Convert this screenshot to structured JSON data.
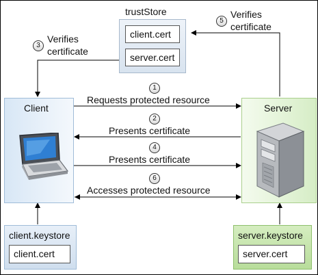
{
  "trust_store": {
    "title": "trustStore",
    "certs": [
      "client.cert",
      "server.cert"
    ]
  },
  "client": {
    "label": "Client",
    "keystore_title": "client.keystore",
    "keystore_cert": "client.cert"
  },
  "server": {
    "label": "Server",
    "keystore_title": "server.keystore",
    "keystore_cert": "server.cert"
  },
  "steps": [
    {
      "number": "1",
      "text": "Requests protected resource"
    },
    {
      "number": "2",
      "text": "Presents certificate"
    },
    {
      "number": "3",
      "line1": "Verifies",
      "line2": "certificate"
    },
    {
      "number": "4",
      "text": "Presents certificate"
    },
    {
      "number": "5",
      "line1": "Verifies",
      "line2": "certificate"
    },
    {
      "number": "6",
      "text": "Accesses protected resource"
    }
  ]
}
